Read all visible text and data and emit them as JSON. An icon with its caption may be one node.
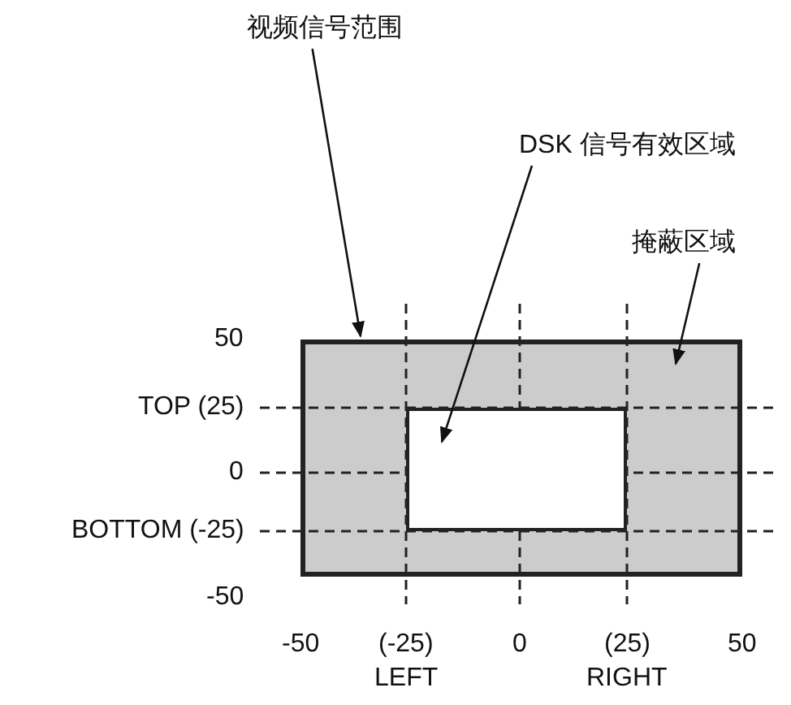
{
  "diagram": {
    "nodes": [
      {
        "text": [
          "视频信号范围"
        ]
      },
      {
        "text": [],
        "shape": "box"
      },
      {
        "text": [
          "DSK 信号有效区域"
        ]
      },
      {
        "text": [],
        "shape": "box",
        "in": 1
      },
      {
        "text": [
          "掩蔽区域"
        ]
      }
    ],
    "edges": [
      {
        "from": 0,
        "to": 1,
        "arrow": "to"
      },
      {
        "from": 2,
        "to": 3,
        "arrow": "to"
      },
      {
        "from": 4,
        "to": 1,
        "arrow": "to"
      }
    ],
    "labels": [
      "50",
      "TOP (25)",
      "0",
      "BOTTOM (-25)",
      "-50",
      "-50",
      "(-25)",
      "0",
      "(25)",
      "50",
      "LEFT",
      "RIGHT"
    ]
  }
}
